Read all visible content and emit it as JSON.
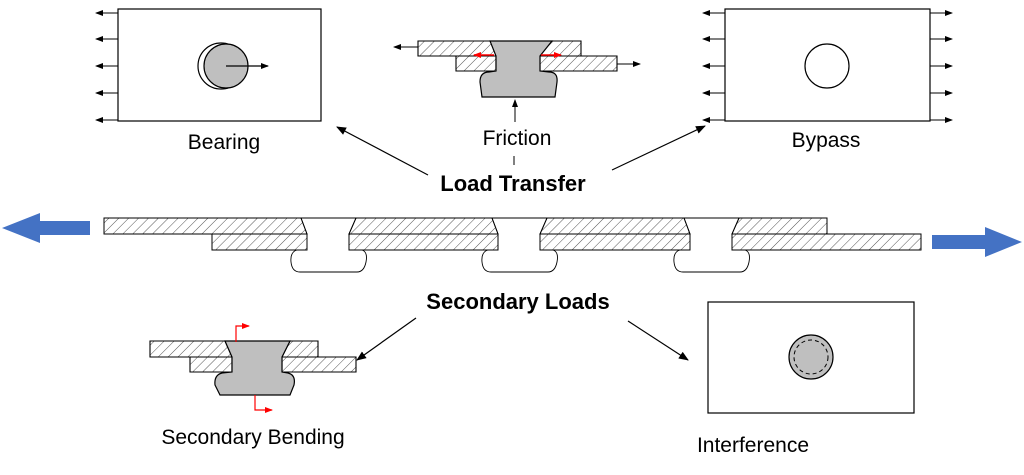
{
  "labels": {
    "bearing": "Bearing",
    "friction": "Friction",
    "bypass": "Bypass",
    "load_transfer": "Load Transfer",
    "secondary_loads": "Secondary Loads",
    "secondary_bending": "Secondary Bending",
    "interference": "Interference"
  },
  "colors": {
    "load_arrow": "#4472C4",
    "friction_arrow": "#FF0000",
    "fastener_fill": "#BFBFBF",
    "outline": "#000000"
  }
}
